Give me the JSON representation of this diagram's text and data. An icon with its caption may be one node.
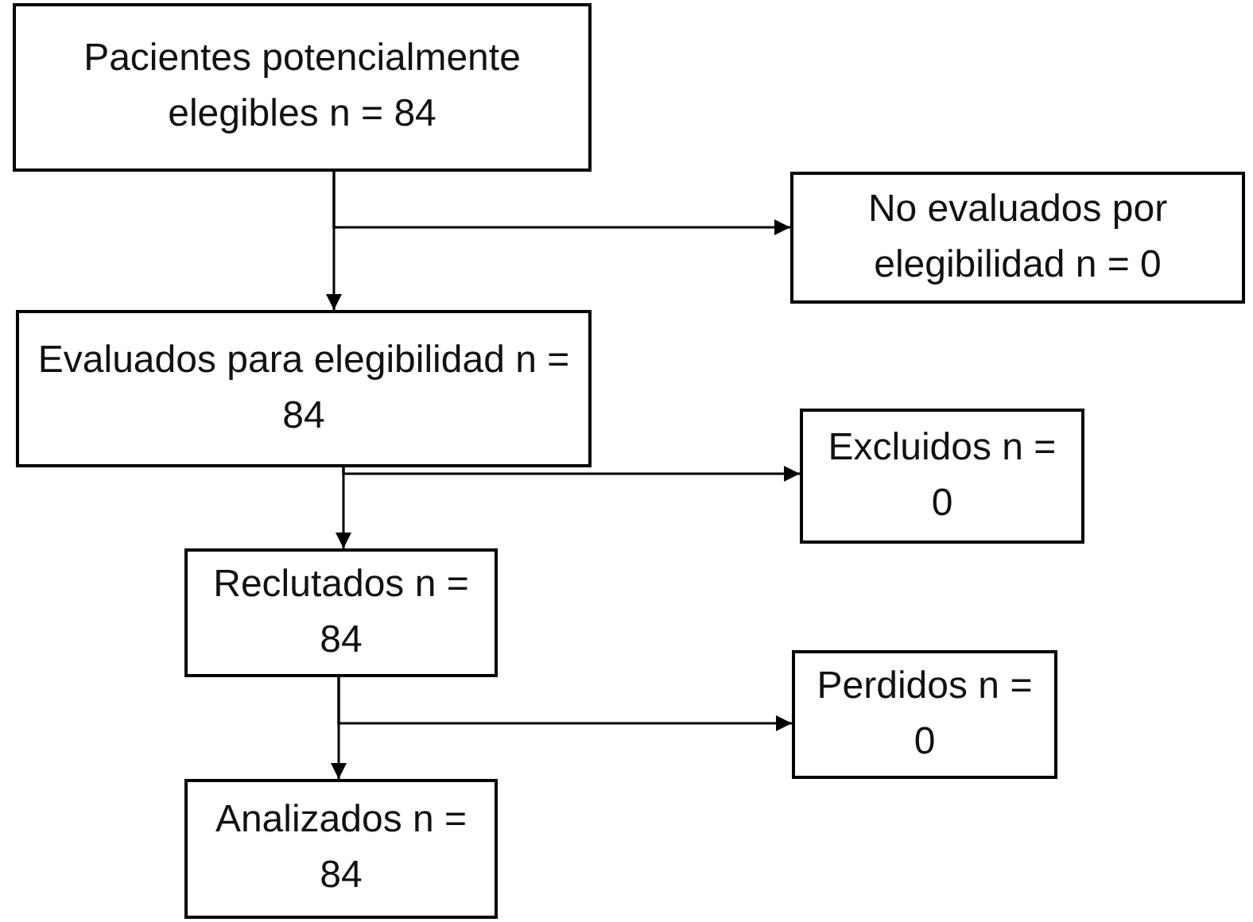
{
  "diagram": {
    "nodes": [
      {
        "text": [
          "Pacientes potencialmente elegibles n = 84"
        ]
      },
      {
        "text": [
          "No evaluados por elegibilidad n = 0"
        ]
      },
      {
        "text": [
          "Evaluados para elegibilidad n = 84"
        ]
      },
      {
        "text": [
          "Excluidos n = 0"
        ]
      },
      {
        "text": [
          "Reclutados n = 84"
        ]
      },
      {
        "text": [
          "Perdidos n = 0"
        ]
      },
      {
        "text": [
          "Analizados n = 84"
        ]
      }
    ],
    "edges": [
      {
        "from": 0,
        "to": 2,
        "arrow": "to"
      },
      {
        "from": 0,
        "to": 1,
        "arrow": "to"
      },
      {
        "from": 2,
        "to": 4,
        "arrow": "to"
      },
      {
        "from": 2,
        "to": 3,
        "arrow": "to"
      },
      {
        "from": 4,
        "to": 6,
        "arrow": "to"
      },
      {
        "from": 4,
        "to": 5,
        "arrow": "to"
      }
    ]
  }
}
